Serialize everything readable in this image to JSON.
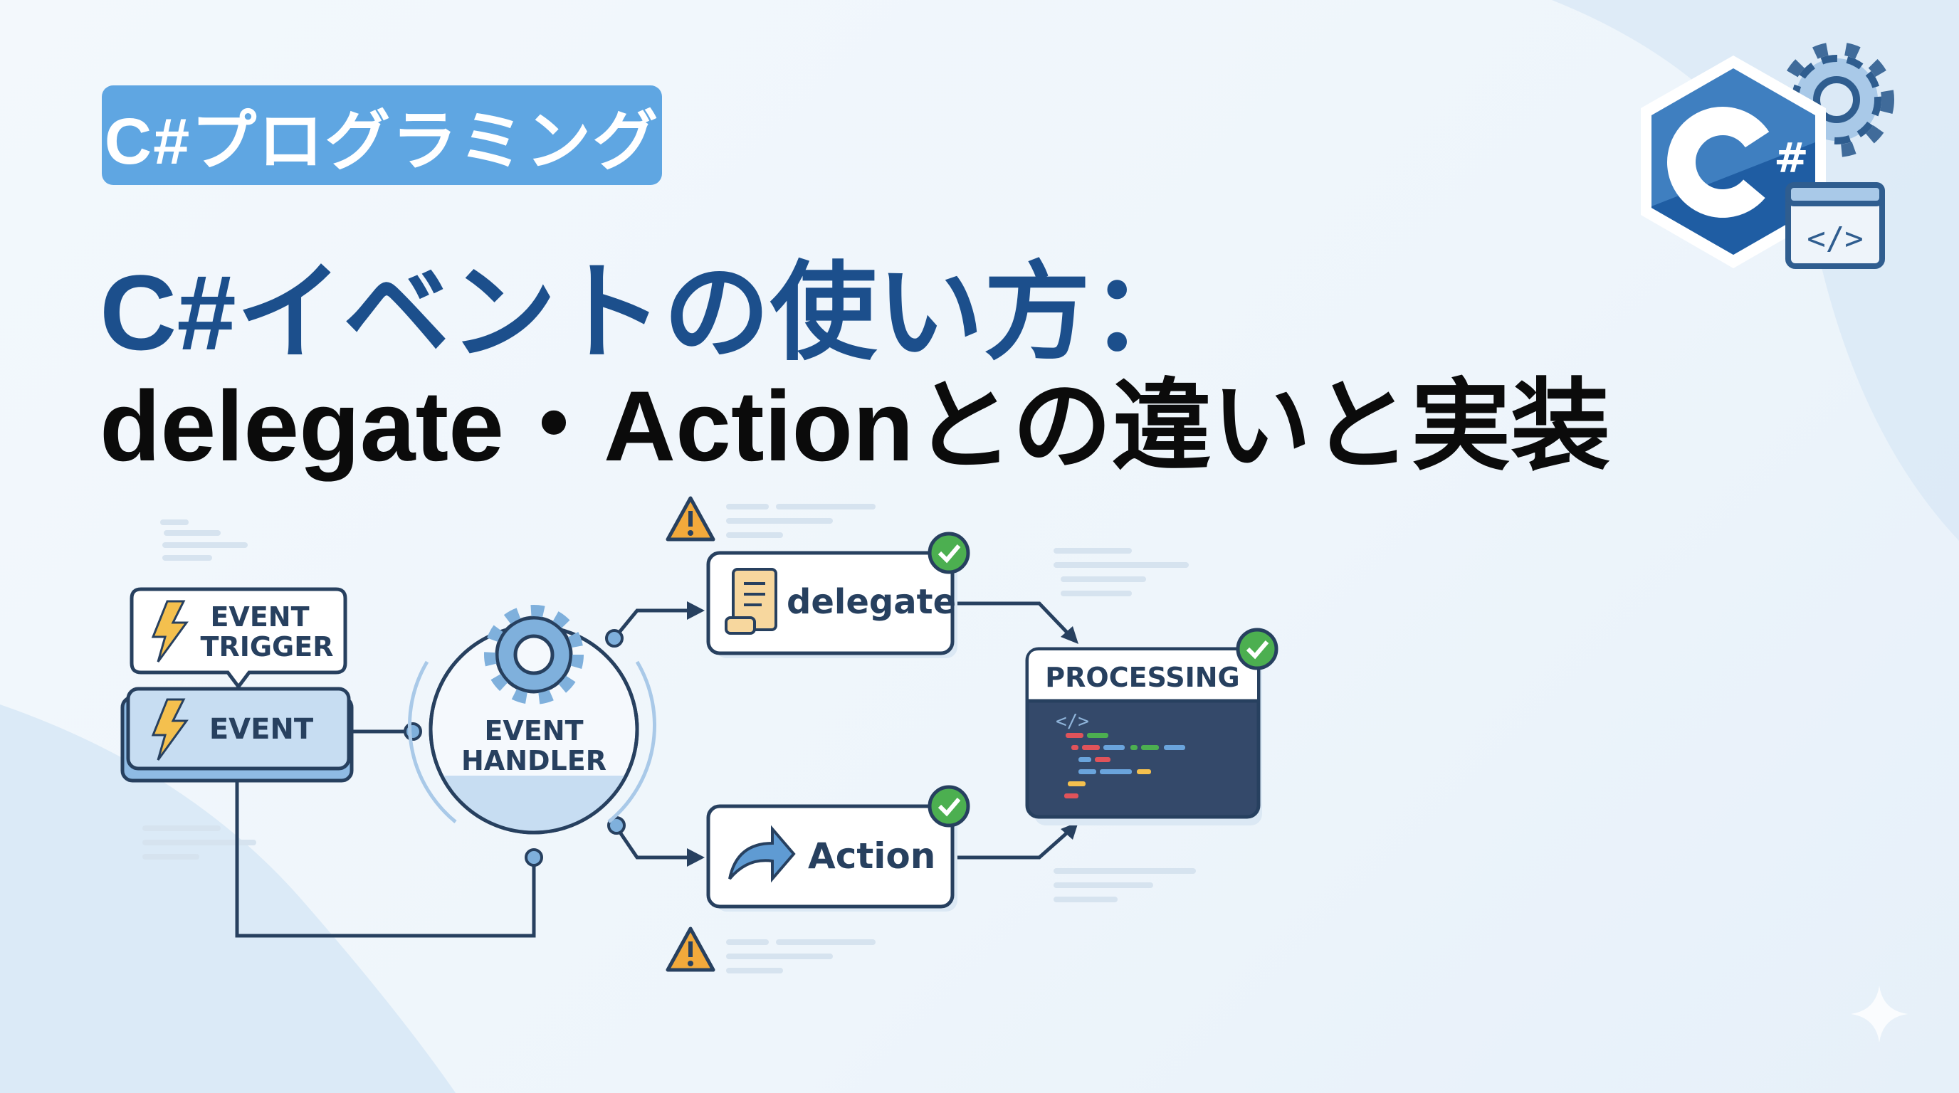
{
  "header": {
    "category_badge": "C#プログラミング",
    "title_line1": "C#イベントの使い方：",
    "title_line2": "delegate・Actionとの違いと実装"
  },
  "logo": {
    "symbol": "C#",
    "icons": [
      "csharp-hexagon-icon",
      "gear-icon",
      "code-window-icon"
    ]
  },
  "diagram": {
    "event_trigger_label_1": "EVENT",
    "event_trigger_label_2": "TRIGGER",
    "event_label": "EVENT",
    "handler_label_1": "EVENT",
    "handler_label_2": "HANDLER",
    "delegate_label": "delegate",
    "action_label": "Action",
    "processing_label": "PROCESSING",
    "code_symbol": "</>"
  },
  "colors": {
    "accent": "#5fa6e2",
    "title_blue": "#1c4f8c",
    "stroke": "#27405f",
    "check": "#4caf50",
    "warning": "#f2a93b"
  }
}
